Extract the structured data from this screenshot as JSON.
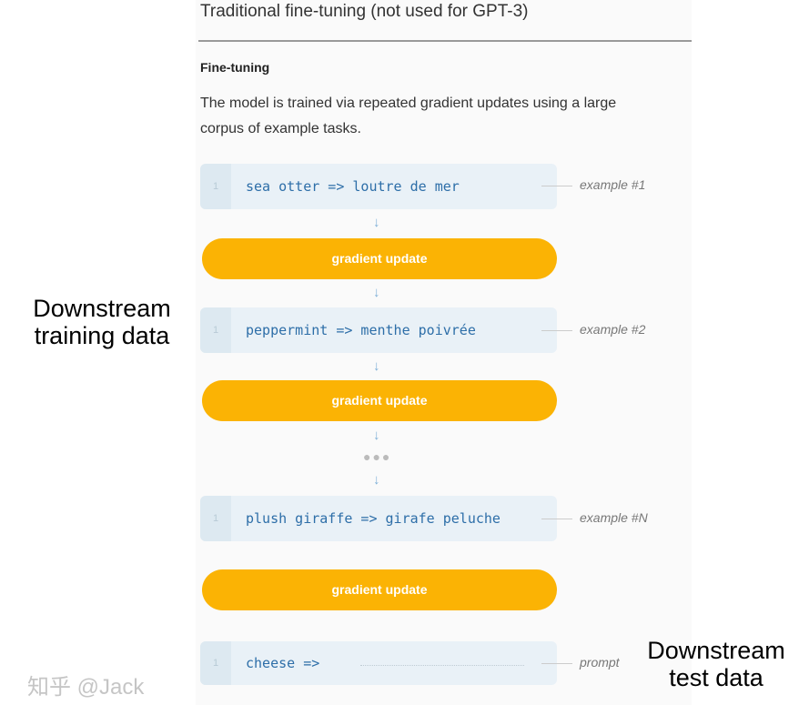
{
  "title": "Traditional fine-tuning (not used for GPT-3)",
  "section": "Fine-tuning",
  "description": "The model is trained via repeated gradient updates using a large corpus of example tasks.",
  "line_number": "1",
  "examples": [
    {
      "text": "sea otter => loutre de mer",
      "label": "example #1"
    },
    {
      "text": "peppermint => menthe poivrée",
      "label": "example #2"
    },
    {
      "text": "plush giraffe => girafe peluche",
      "label": "example #N"
    }
  ],
  "prompt": {
    "text": "cheese =>",
    "label": "prompt"
  },
  "gradient_label": "gradient update",
  "arrow": "↓",
  "ellipsis": "●●●",
  "annotations": {
    "training": "Downstream training data",
    "test": "Downstream test data"
  },
  "watermark": "知乎 @Jack",
  "colors": {
    "button": "#fbb304",
    "code_text": "#2d6ea8",
    "code_bg": "#e9f1f7"
  }
}
